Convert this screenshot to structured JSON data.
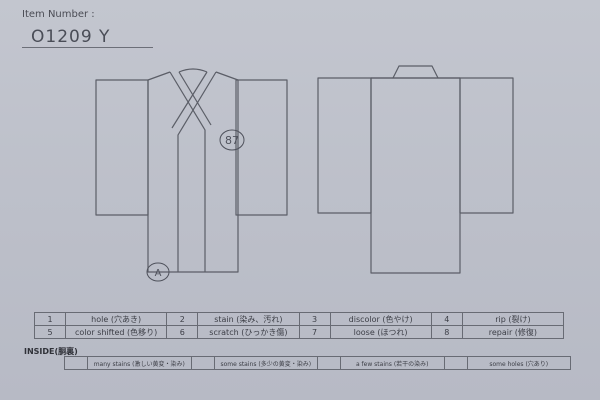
{
  "header": {
    "label": "Item Number :",
    "value": "O1209  Y"
  },
  "annotations": {
    "front_mark": "87",
    "hem_mark": "A"
  },
  "codes": [
    {
      "num": "1",
      "label": "hole (穴あき)"
    },
    {
      "num": "2",
      "label": "stain (染み、汚れ)"
    },
    {
      "num": "3",
      "label": "discolor (色やけ)"
    },
    {
      "num": "4",
      "label": "rip (裂け)"
    },
    {
      "num": "5",
      "label": "color shifted (色移り)"
    },
    {
      "num": "6",
      "label": "scratch (ひっかき傷)"
    },
    {
      "num": "7",
      "label": "loose (ほつれ)"
    },
    {
      "num": "8",
      "label": "repair (修復)"
    }
  ],
  "inside": {
    "title": "INSIDE(胴裏)",
    "options": [
      "many stains (激しい黄変・染み)",
      "some stains (多少の黄変・染み)",
      "a few stains (若干の染み)",
      "some holes (穴あり)"
    ]
  }
}
